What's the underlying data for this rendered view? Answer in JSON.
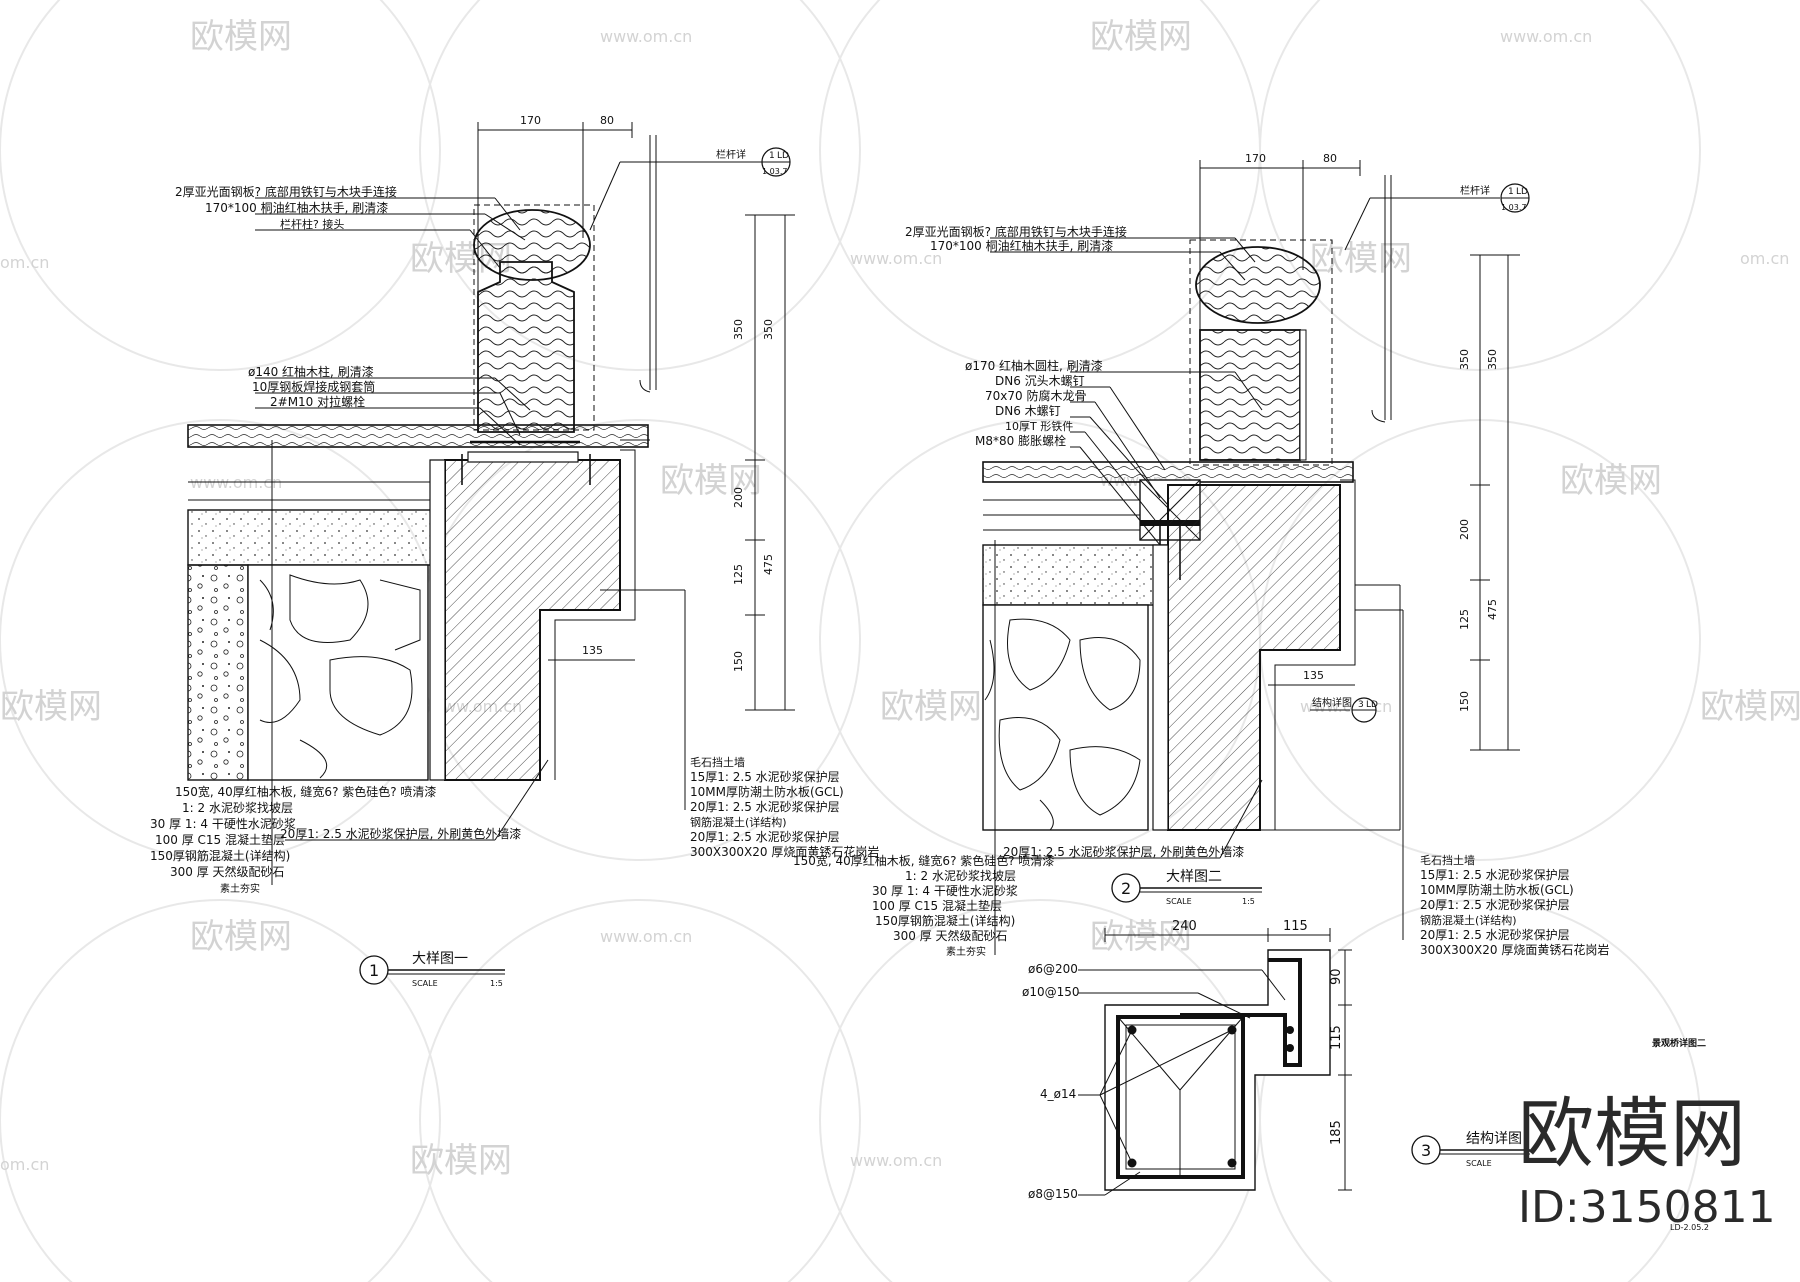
{
  "watermark": {
    "brand": "欧模网",
    "site": "www.om.cn",
    "site_short": "om.cn",
    "big_brand": "欧模网",
    "id": "ID:3150811"
  },
  "detail1": {
    "title": "大样图一",
    "number": "1",
    "scale_label": "SCALE",
    "scale": "1:5",
    "dims_top": [
      "170",
      "80"
    ],
    "dims_right": [
      "350",
      "350",
      "200",
      "125",
      "475",
      "150"
    ],
    "dim_135": "135",
    "ref_label": "栏杆详",
    "ref_num": "1",
    "ref_code": "LD",
    "ref_sheet": "1.03.7",
    "notes_top": [
      "2厚亚光面钢板? 底部用铁钉与木块手连接",
      "170*100 桐油红柚木扶手, 刷清漆",
      "栏杆柱? 接头"
    ],
    "notes_mid": [
      "ø140 红柚木柱, 刷清漆",
      "10厚钢板焊接成钢套筒",
      "2#M10 对拉螺栓"
    ],
    "notes_right": [
      "毛石挡土墙",
      "15厚1: 2.5 水泥砂浆保护层",
      "10MM厚防潮土防水板(GCL)",
      "20厚1: 2.5 水泥砂浆保护层",
      "钢筋混凝土(详结构)",
      "20厚1: 2.5 水泥砂浆保护层",
      "300X300X20  厚烧面黄锈石花岗岩"
    ],
    "notes_left": [
      "150宽, 40厚红柚木板, 缝宽6? 紫色硅色? 喷清漆",
      "1: 2 水泥砂浆找坡层",
      "30 厚 1: 4 干硬性水泥砂浆",
      "100 厚 C15 混凝土垫层",
      "150厚钢筋混凝土(详结构)",
      "300 厚 天然级配砂石",
      "素土夯实"
    ],
    "note_bottom": "20厚1: 2.5 水泥砂浆保护层, 外刷黄色外墙漆"
  },
  "detail2": {
    "title": "大样图二",
    "number": "2",
    "scale_label": "SCALE",
    "scale": "1:5",
    "dims_top": [
      "170",
      "80"
    ],
    "dims_right": [
      "350",
      "350",
      "200",
      "125",
      "475",
      "150"
    ],
    "dim_135": "135",
    "ref_label": "栏杆详",
    "ref_num": "1",
    "ref_code": "LD",
    "ref_sheet": "1.03.7",
    "struct_ref_label": "结构详图",
    "struct_ref_num": "3",
    "struct_ref_code": "LD",
    "notes_top": [
      "2厚亚光面钢板? 底部用铁钉与木块手连接",
      "170*100 桐油红柚木扶手, 刷清漆"
    ],
    "notes_mid": [
      "ø170 红柚木圆柱, 刷清漆",
      "DN6 沉头木螺钉",
      "70x70 防腐木龙骨",
      "DN6 木螺钉",
      "10厚T 形铁件",
      "M8*80 膨胀螺栓"
    ],
    "notes_left": [
      "150宽, 40厚红柚木板, 缝宽6? 紫色硅色? 喷清漆",
      "1: 2 水泥砂浆找坡层",
      "30 厚 1: 4 干硬性水泥砂浆",
      "100 厚 C15 混凝土垫层",
      "150厚钢筋混凝土(详结构)",
      "300 厚 天然级配砂石",
      "素土夯实"
    ],
    "notes_right": [
      "毛石挡土墙",
      "15厚1: 2.5 水泥砂浆保护层",
      "10MM厚防潮土防水板(GCL)",
      "20厚1: 2.5 水泥砂浆保护层",
      "钢筋混凝土(详结构)",
      "20厚1: 2.5 水泥砂浆保护层",
      "300X300X20  厚烧面黄锈石花岗岩"
    ],
    "note_bottom": "20厚1: 2.5 水泥砂浆保护层, 外刷黄色外墙漆"
  },
  "detail3": {
    "title": "结构详图",
    "number": "3",
    "scale_label": "SCALE",
    "dims_top": [
      "240",
      "115"
    ],
    "dims_right": [
      "90",
      "115",
      "185"
    ],
    "rebar_labels": [
      "ø6@200",
      "ø10@150",
      "4_ø14",
      "ø8@150"
    ]
  },
  "sheet": {
    "title": "景观桥详图二",
    "number": "LD-2.05.2"
  }
}
